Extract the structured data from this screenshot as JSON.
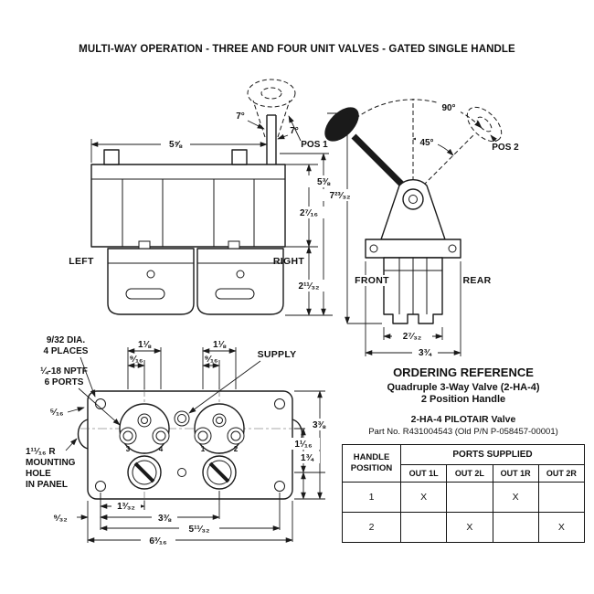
{
  "title": "MULTI-WAY OPERATION - THREE AND FOUR UNIT VALVES - GATED SINGLE HANDLE",
  "side_view": {
    "angle_left": "7°",
    "angle_right": "7°",
    "pos_label": "POS 1",
    "dim_width": "5⅝",
    "dim_height_total": "5⅜",
    "dim_body_height": "2⁷⁄₁₆",
    "dim_block_height": "2¹¹⁄₃₂",
    "label_left": "LEFT",
    "label_right": "RIGHT"
  },
  "front_view": {
    "angle_sweep": "90°",
    "angle_half": "45°",
    "pos_label": "POS 2",
    "dim_height_total": "7²³⁄₃₂",
    "label_front": "FRONT",
    "label_rear": "REAR",
    "dim_body_width": "2⁷⁄₃₂",
    "dim_base_width": "3¾"
  },
  "bottom_view": {
    "hole_note_line1": "9/32 DIA.",
    "hole_note_line2": "4 PLACES",
    "port_note_line1": "¼-18 NPTF",
    "port_note_line2": "6 PORTS",
    "supply_label": "SUPPLY",
    "dim_port_spacing_left": "1⅛",
    "dim_port_spacing_right": "1⅛",
    "dim_offset_left": "⁹⁄₁₆",
    "dim_offset_right": "⁹⁄₁₆",
    "dim_edge_offset": "⁵⁄₁₆",
    "dim_height_total": "3⅜",
    "dim_row_spacing": "1¹⁄₁₆",
    "dim_row_lower": "1¾",
    "mount_note_line1": "1¹¹⁄₁₆ R",
    "mount_note_line2": "MOUNTING",
    "mount_note_line3": "HOLE",
    "mount_note_line4": "IN PANEL",
    "dim_bottom_1": "1³⁄₃₂",
    "dim_bottom_2": "⁹⁄₃₂",
    "dim_bottom_3": "3⅜",
    "dim_bottom_4": "5¹¹⁄₃₂",
    "dim_bottom_5": "6³⁄₁₆",
    "port_numbers": [
      "3",
      "4",
      "1",
      "2"
    ]
  },
  "ordering": {
    "heading": "ORDERING REFERENCE",
    "subtitle_line1": "Quadruple 3-Way Valve (2-HA-4)",
    "subtitle_line2": "2 Position Handle",
    "product_line1": "2-HA-4 PILOTAIR Valve",
    "product_line2": "Part No. R431004543 (Old P/N P-058457-00001)"
  },
  "table": {
    "handle_header_line1": "HANDLE",
    "handle_header_line2": "POSITION",
    "ports_header": "PORTS SUPPLIED",
    "port_columns": [
      "OUT 1L",
      "OUT 2L",
      "OUT 1R",
      "OUT 2R"
    ],
    "rows": [
      {
        "position": "1",
        "cells": [
          "X",
          "",
          "X",
          ""
        ]
      },
      {
        "position": "2",
        "cells": [
          "",
          "X",
          "",
          "X"
        ]
      }
    ]
  }
}
